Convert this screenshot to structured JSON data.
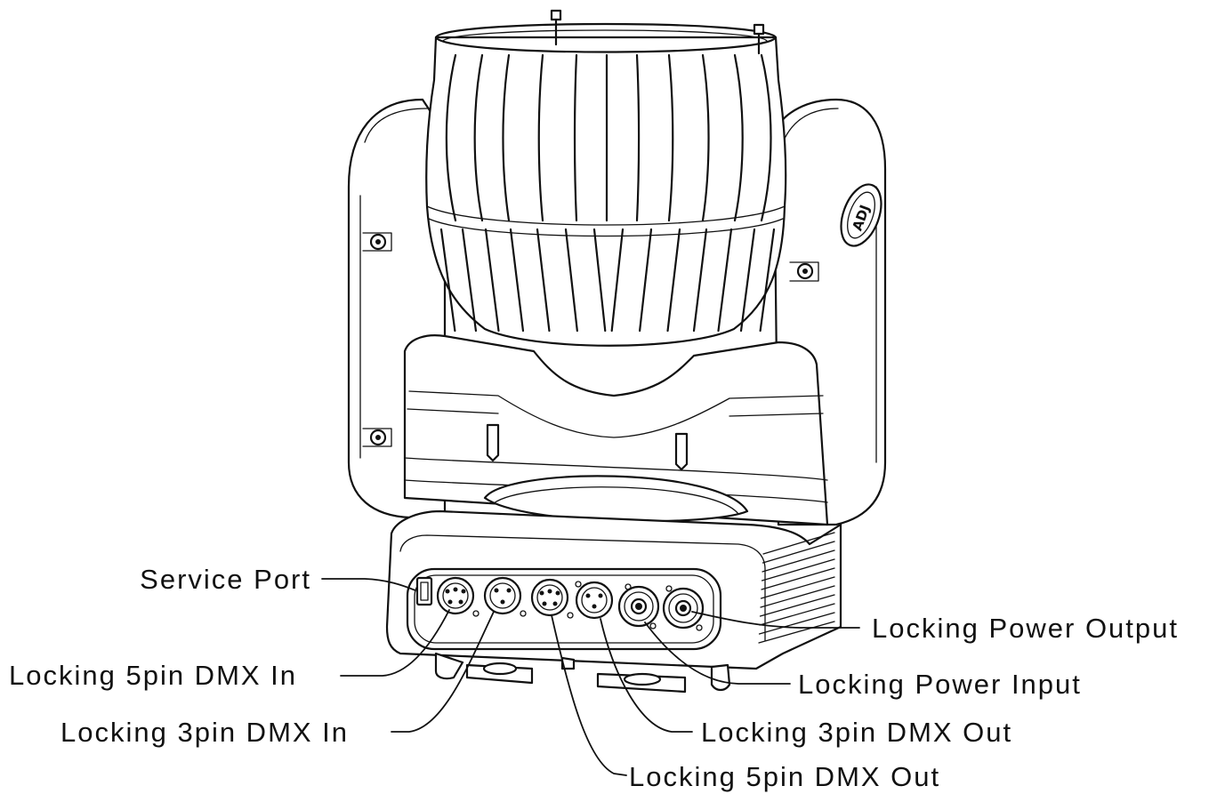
{
  "callouts": {
    "service_port": "Service Port",
    "locking_5pin_dmx_in": "Locking 5pin DMX In",
    "locking_3pin_dmx_in": "Locking 3pin DMX In",
    "locking_5pin_dmx_out": "Locking 5pin DMX Out",
    "locking_3pin_dmx_out": "Locking 3pin DMX Out",
    "locking_power_input": "Locking Power Input",
    "locking_power_output": "Locking Power Output"
  },
  "logo": {
    "text": "ADJ"
  },
  "colors": {
    "line": "#111111",
    "background": "#ffffff"
  }
}
